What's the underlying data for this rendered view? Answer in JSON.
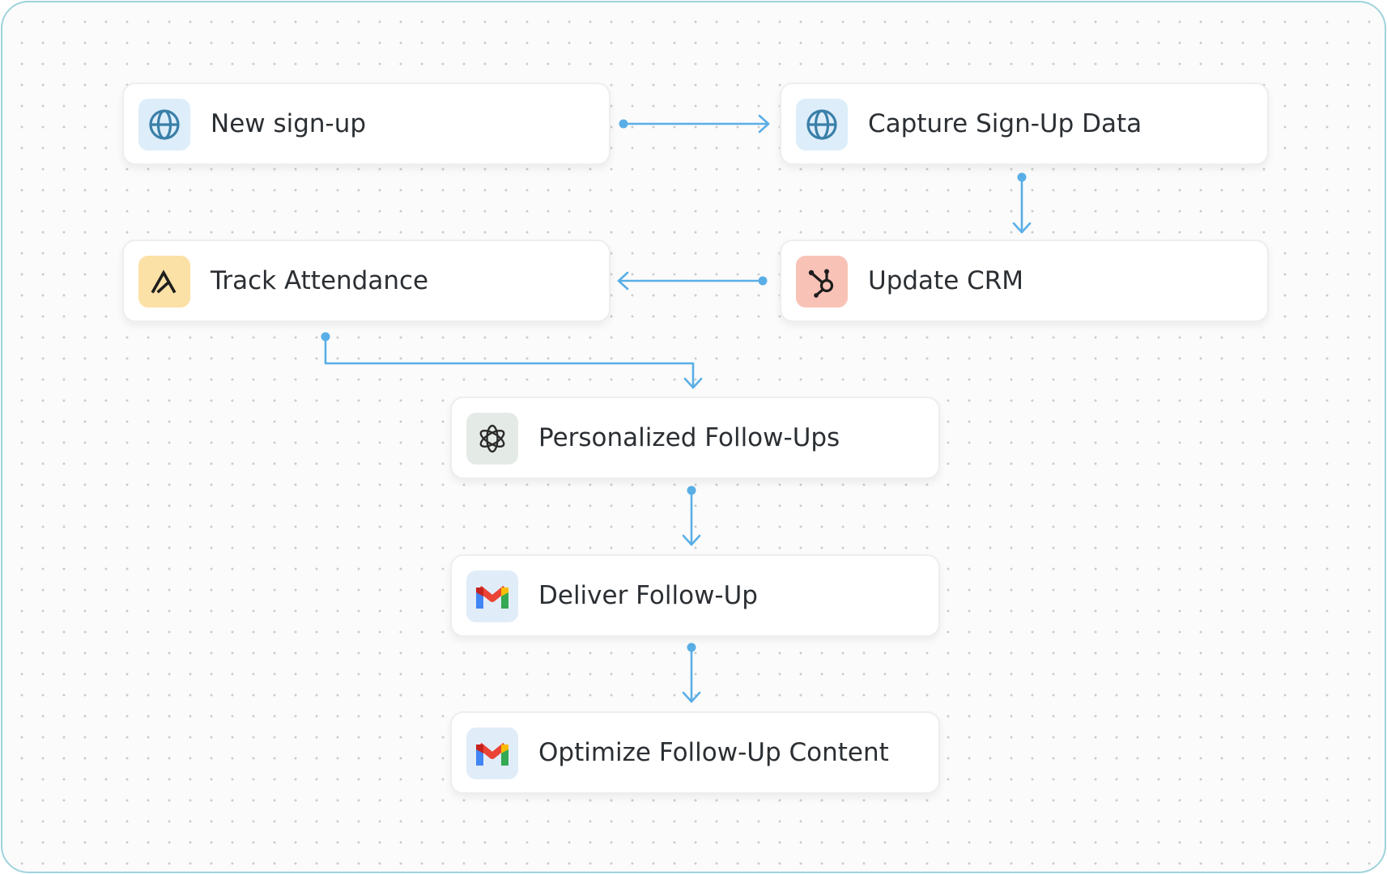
{
  "colors": {
    "connector": "#5aaee6",
    "border": "#9fd3dc",
    "globe_bg": "#ddeefa",
    "globe_fg": "#3a7fa8",
    "track_bg": "#fbe1a6",
    "hubspot_bg": "#f9c2b6",
    "openai_bg": "#e4ebe6",
    "gmail_bg": "#e1ecf9"
  },
  "nodes": [
    {
      "id": "new-sign-up",
      "label": "New sign-up",
      "icon": "globe-icon"
    },
    {
      "id": "capture-sign-up-data",
      "label": "Capture Sign-Up Data",
      "icon": "globe-icon"
    },
    {
      "id": "track-attendance",
      "label": "Track Attendance",
      "icon": "track-logo-icon"
    },
    {
      "id": "update-crm",
      "label": "Update CRM",
      "icon": "hubspot-icon"
    },
    {
      "id": "personalized-follow-ups",
      "label": "Personalized Follow-Ups",
      "icon": "openai-icon"
    },
    {
      "id": "deliver-follow-up",
      "label": "Deliver Follow-Up",
      "icon": "gmail-icon"
    },
    {
      "id": "optimize-follow-up-content",
      "label": "Optimize Follow-Up Content",
      "icon": "gmail-icon"
    }
  ],
  "edges": [
    {
      "from": "new-sign-up",
      "to": "capture-sign-up-data"
    },
    {
      "from": "capture-sign-up-data",
      "to": "update-crm"
    },
    {
      "from": "update-crm",
      "to": "track-attendance"
    },
    {
      "from": "track-attendance",
      "to": "personalized-follow-ups"
    },
    {
      "from": "personalized-follow-ups",
      "to": "deliver-follow-up"
    },
    {
      "from": "deliver-follow-up",
      "to": "optimize-follow-up-content"
    }
  ]
}
